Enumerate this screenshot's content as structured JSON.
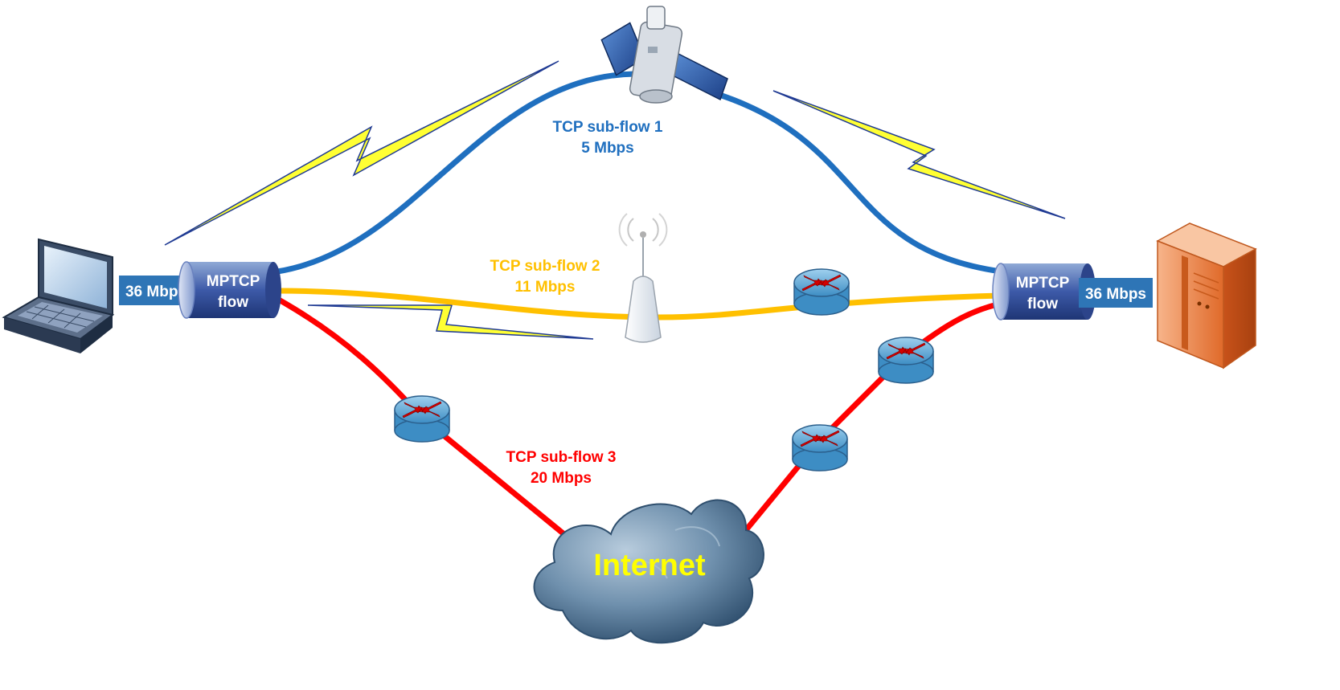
{
  "left_rate": "36 Mbps",
  "right_rate": "36 Mbps",
  "left_mptcp": {
    "line1": "MPTCP",
    "line2": "flow"
  },
  "right_mptcp": {
    "line1": "MPTCP",
    "line2": "flow"
  },
  "subflow1": {
    "name": "TCP sub-flow 1",
    "rate": "5 Mbps",
    "color": "#1f6fbf"
  },
  "subflow2": {
    "name": "TCP sub-flow 2",
    "rate": "11 Mbps",
    "color": "#ffc000"
  },
  "subflow3": {
    "name": "TCP sub-flow 3",
    "rate": "20 Mbps",
    "color": "#ff0000"
  },
  "internet": {
    "label": "Internet",
    "color": "#ffff00"
  },
  "icons": [
    "laptop-icon",
    "server-icon",
    "satellite-icon",
    "antenna-icon",
    "router-icon",
    "cloud-icon",
    "lightning-icon"
  ]
}
